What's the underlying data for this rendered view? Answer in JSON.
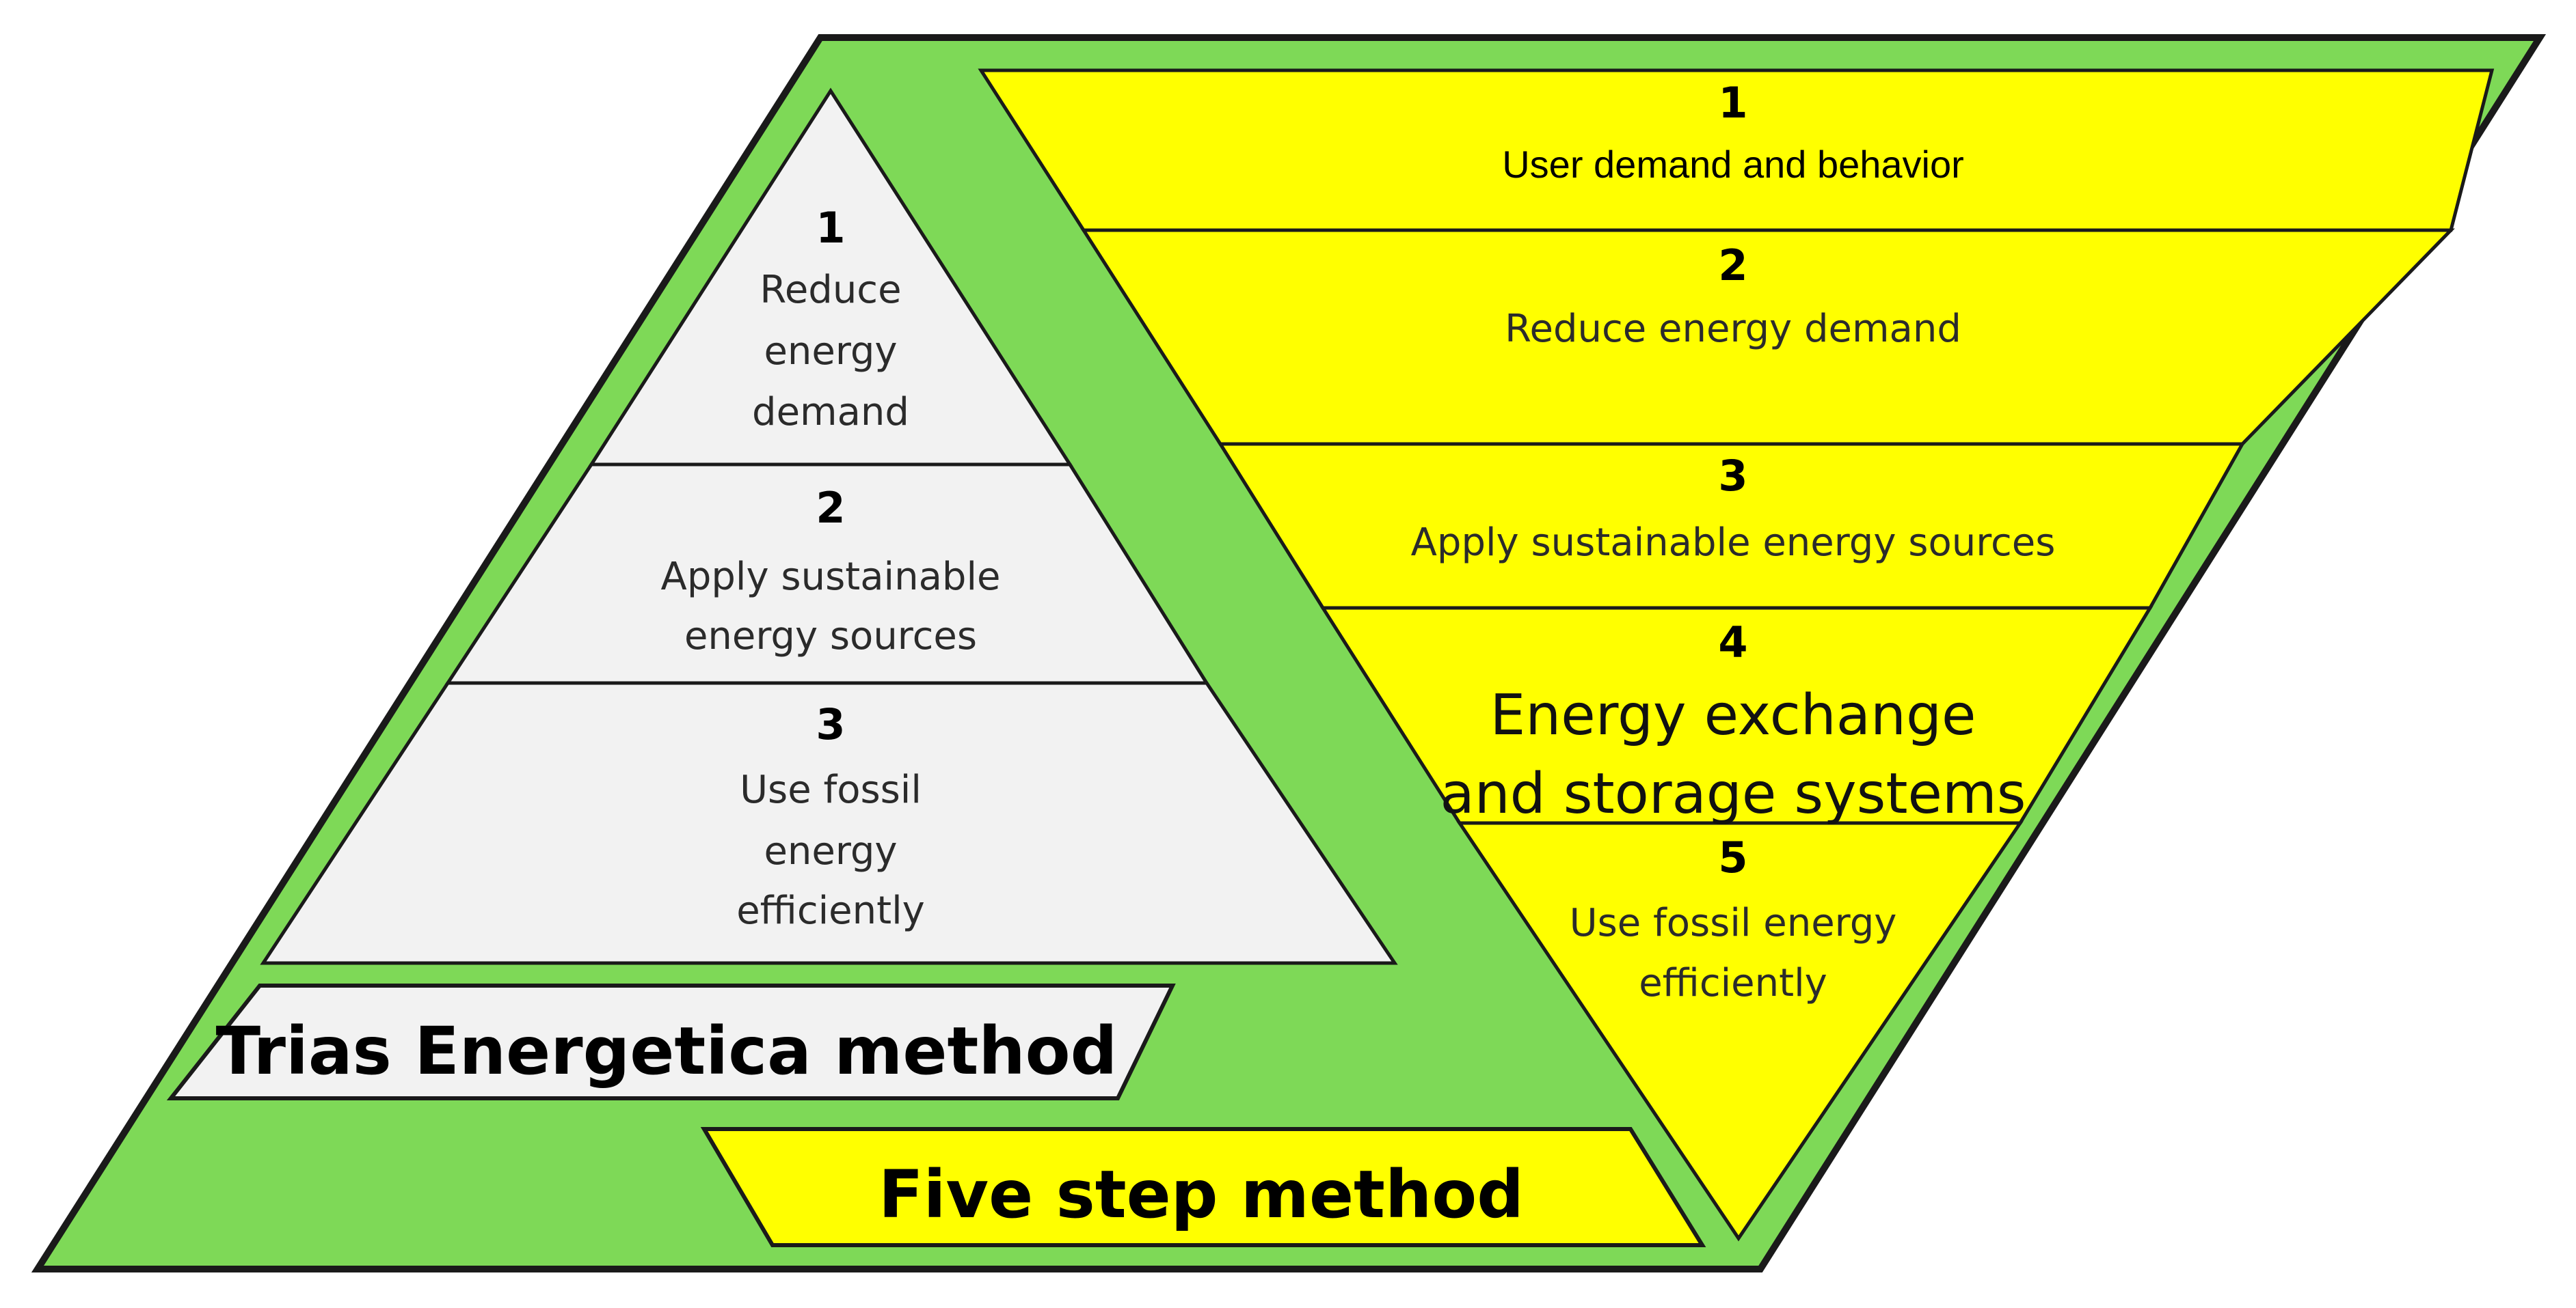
{
  "colors": {
    "green": "#7ed957",
    "yellow": "#ffff00",
    "gray": "#f2f2f2",
    "outline": "#1a1a1a"
  },
  "trias": {
    "title": "Trias Energetica method",
    "levels": [
      {
        "number": "1",
        "lines": [
          "Reduce",
          "energy",
          "demand"
        ]
      },
      {
        "number": "2",
        "lines": [
          "Apply sustainable",
          "energy sources"
        ]
      },
      {
        "number": "3",
        "lines": [
          "Use fossil",
          "energy",
          "efficiently"
        ]
      }
    ]
  },
  "five_step": {
    "title": "Five step method",
    "levels": [
      {
        "number": "1",
        "lines": [
          "User demand and behavior"
        ]
      },
      {
        "number": "2",
        "lines": [
          "Reduce energy demand"
        ]
      },
      {
        "number": "3",
        "lines": [
          "Apply sustainable energy sources"
        ]
      },
      {
        "number": "4",
        "lines": [
          "Energy exchange",
          "and storage systems"
        ]
      },
      {
        "number": "5",
        "lines": [
          "Use fossil energy",
          "efficiently"
        ]
      }
    ]
  }
}
